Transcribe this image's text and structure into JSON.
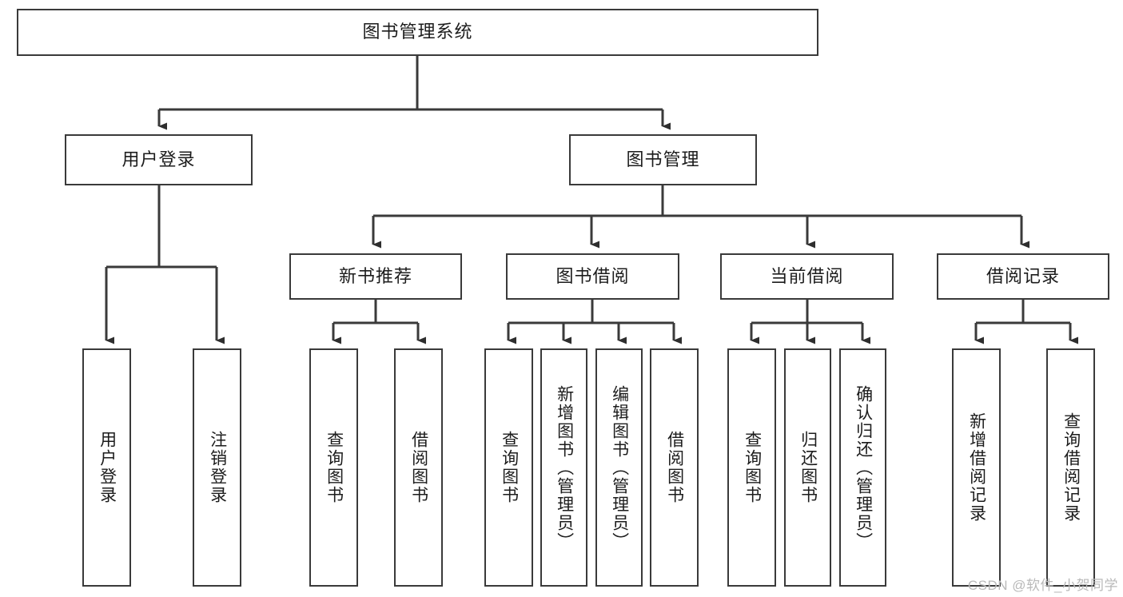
{
  "diagram": {
    "title": "图书管理系统",
    "type": "tree-hierarchy-chart",
    "watermark": "CSDN @软件_小贺同学",
    "colors": {
      "stroke": "#3a3a3a",
      "fill": "#ffffff",
      "text": "#1c1c1c",
      "watermark": "#b9b9b9"
    },
    "nodes": {
      "root": {
        "label": "图书管理系统"
      },
      "level2": [
        {
          "id": "user-login",
          "label": "用户登录"
        },
        {
          "id": "book-manage",
          "label": "图书管理"
        }
      ],
      "level3": [
        {
          "id": "new-book-recommend",
          "label": "新书推荐"
        },
        {
          "id": "book-borrow",
          "label": "图书借阅"
        },
        {
          "id": "current-borrow",
          "label": "当前借阅"
        },
        {
          "id": "borrow-record",
          "label": "借阅记录"
        }
      ],
      "leaves": [
        {
          "id": "leaf-user-login",
          "parent": "user-login",
          "label": "用户登录"
        },
        {
          "id": "leaf-user-logout",
          "parent": "user-login",
          "label": "注销登录"
        },
        {
          "id": "leaf-query-book-1",
          "parent": "new-book-recommend",
          "label": "查询图书"
        },
        {
          "id": "leaf-borrow-book-1",
          "parent": "new-book-recommend",
          "label": "借阅图书"
        },
        {
          "id": "leaf-query-book-2",
          "parent": "book-borrow",
          "label": "查询图书"
        },
        {
          "id": "leaf-add-book",
          "parent": "book-borrow",
          "label": "新增图书（管理员）"
        },
        {
          "id": "leaf-edit-book",
          "parent": "book-borrow",
          "label": "编辑图书（管理员）"
        },
        {
          "id": "leaf-borrow-book-2",
          "parent": "book-borrow",
          "label": "借阅图书"
        },
        {
          "id": "leaf-query-book-3",
          "parent": "current-borrow",
          "label": "查询图书"
        },
        {
          "id": "leaf-return-book",
          "parent": "current-borrow",
          "label": "归还图书"
        },
        {
          "id": "leaf-confirm-return",
          "parent": "current-borrow",
          "label": "确认归还（管理员）"
        },
        {
          "id": "leaf-add-record",
          "parent": "borrow-record",
          "label": "新增借阅记录"
        },
        {
          "id": "leaf-query-record",
          "parent": "borrow-record",
          "label": "查询借阅记录"
        }
      ]
    }
  }
}
